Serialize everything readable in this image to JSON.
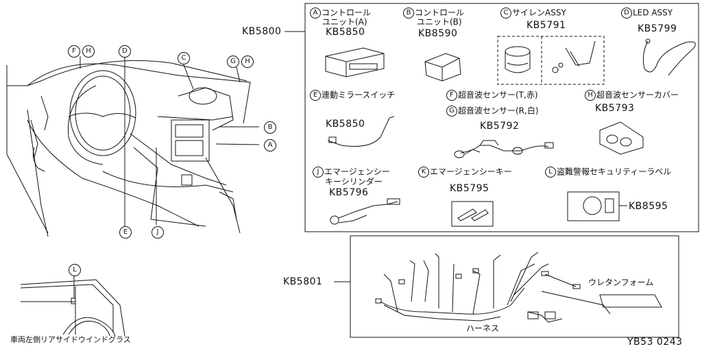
{
  "main_kit": "KB5800",
  "harness_kit": "KB5801",
  "footer_code": "YB53 0243",
  "window_caption": "車両左側リアサイドウインドグラス",
  "parts": {
    "A": {
      "letter": "A",
      "line1": "コントロール",
      "line2": "ユニット(A)",
      "code": "KB5850"
    },
    "B": {
      "letter": "B",
      "line1": "コントロール",
      "line2": "ユニット(B)",
      "code": "KB8590"
    },
    "C": {
      "letter": "C",
      "line1": "サイレンASSY",
      "code": "KB5791"
    },
    "D": {
      "letter": "D",
      "line1": "LED ASSY",
      "code": "KB5799"
    },
    "E": {
      "letter": "E",
      "line1": "連動ミラースイッチ",
      "code": "KB5850"
    },
    "F": {
      "letter": "F",
      "line1": "超音波センサー(T,赤)"
    },
    "G": {
      "letter": "G",
      "line1": "超音波センサー(R,白)",
      "code": "KB5792"
    },
    "H": {
      "letter": "H",
      "line1": "超音波センサーカバー",
      "code": "KB5793"
    },
    "J": {
      "letter": "J",
      "line1": "エマージェンシー",
      "line2": "キーシリンダー",
      "code": "KB5796"
    },
    "K": {
      "letter": "K",
      "line1": "エマージェンシーキー",
      "code": "KB5795"
    },
    "L": {
      "letter": "L",
      "line1": "盗難警報セキュリティーラベル",
      "code": "KB8595"
    }
  },
  "harness": {
    "urethane_label": "ウレタンフォーム",
    "harness_label": "ハーネス"
  },
  "callouts": {
    "F": "F",
    "H": "H",
    "D": "D",
    "C": "C",
    "G": "G",
    "B": "B",
    "A": "A",
    "E": "E",
    "J": "J",
    "L": "L"
  }
}
